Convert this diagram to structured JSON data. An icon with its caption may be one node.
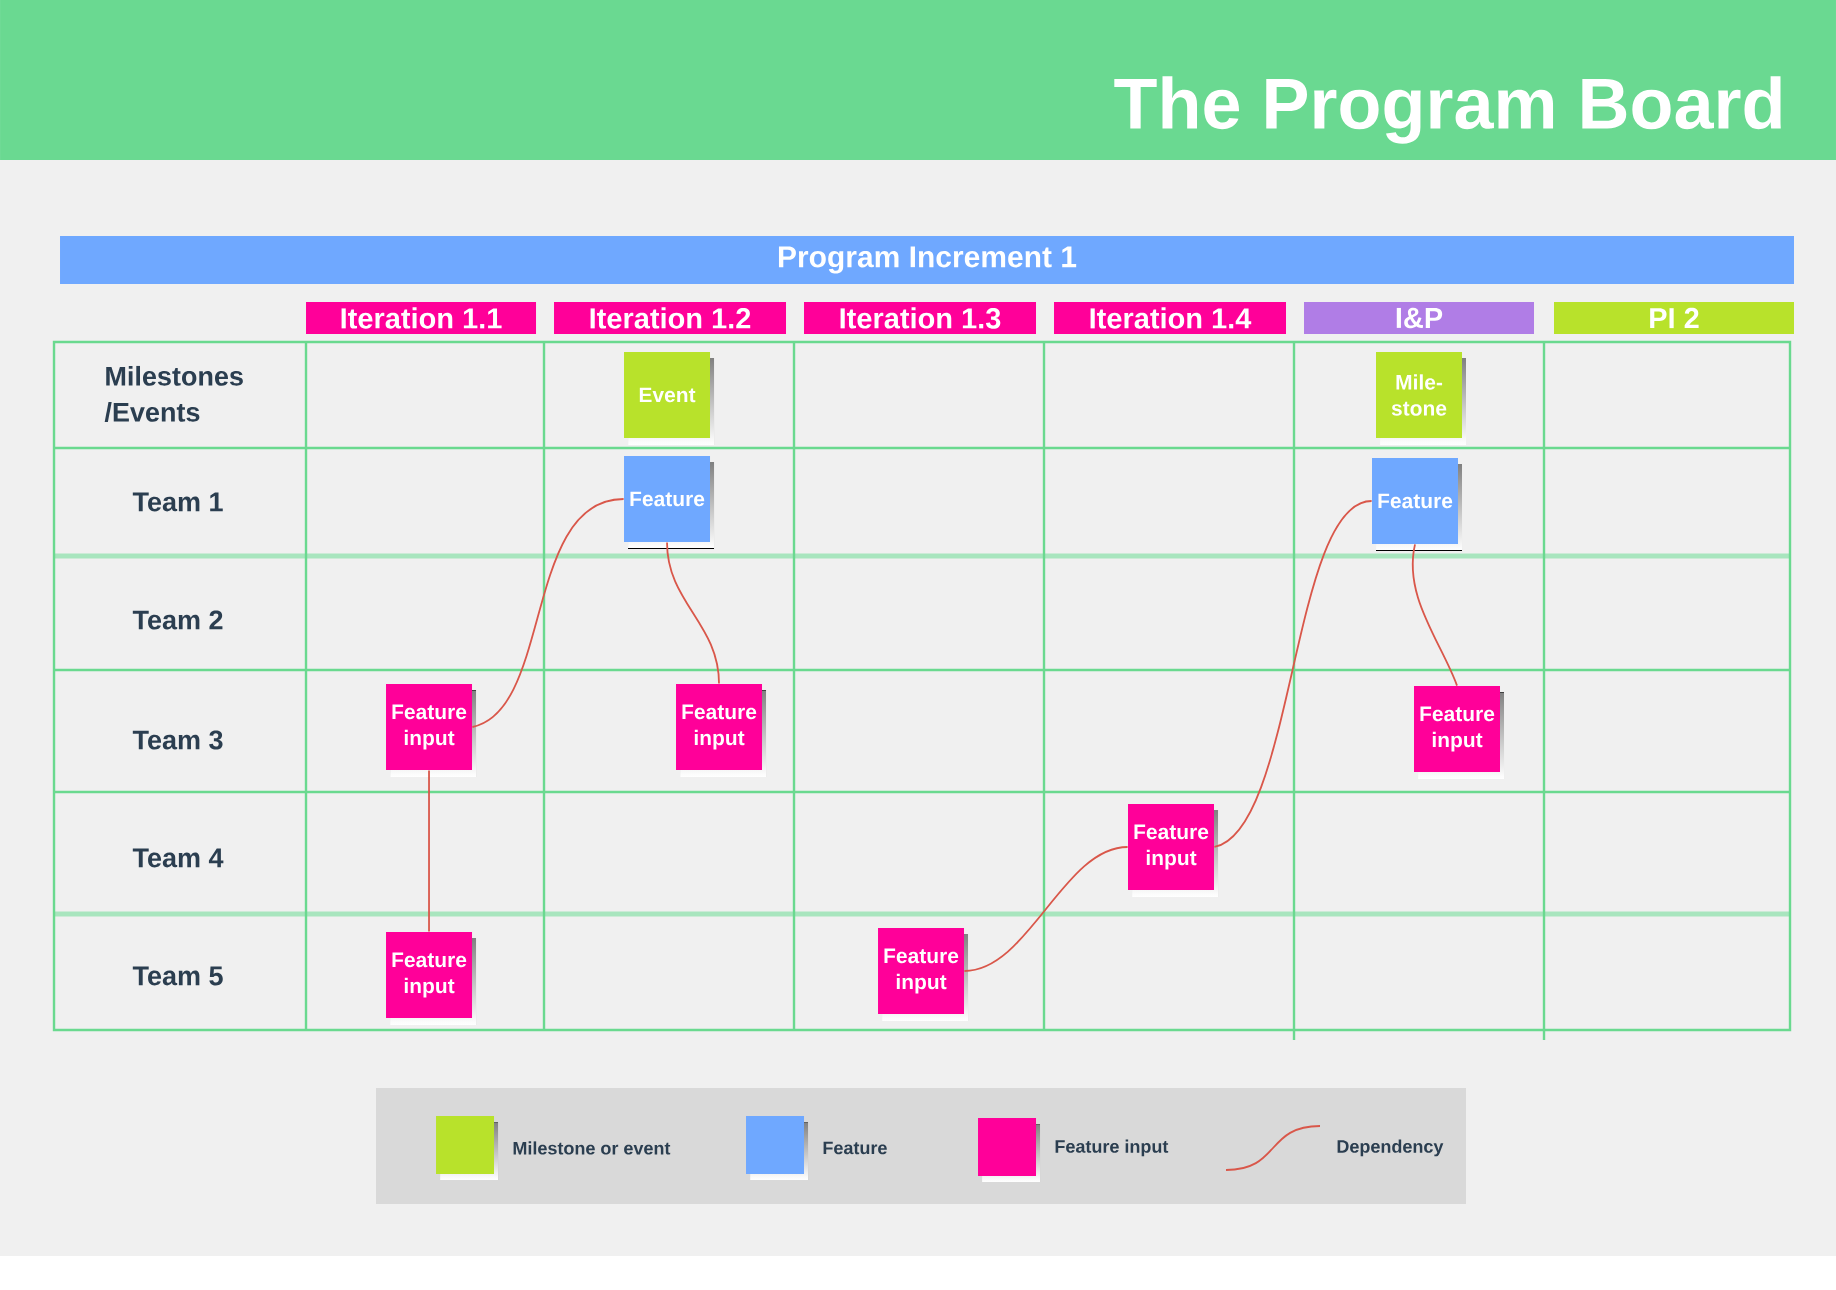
{
  "diagram": {
    "title": "The Program Board",
    "nodes": [
      {
        "text": [
          "Program Increment 1"
        ]
      },
      {
        "text": [
          "Iteration 1.1"
        ]
      },
      {
        "text": [
          "Iteration 1.2"
        ]
      },
      {
        "text": [
          "Iteration 1.3"
        ]
      },
      {
        "text": [
          "Iteration 1.4"
        ]
      },
      {
        "text": [
          "I&P"
        ]
      },
      {
        "text": [
          "PI 2"
        ]
      },
      {
        "text": [
          "Event"
        ]
      },
      {
        "text": [
          "Mile- stone"
        ]
      },
      {
        "text": [
          "Feature"
        ]
      },
      {
        "text": [
          "Feature"
        ]
      },
      {
        "text": [
          "Feature input"
        ]
      },
      {
        "text": [
          "Feature input"
        ]
      },
      {
        "text": [
          "Feature input"
        ]
      },
      {
        "text": [
          "Feature input"
        ]
      },
      {
        "text": [
          "Feature input"
        ]
      },
      {
        "text": [
          "Feature input"
        ]
      }
    ],
    "edges": [
      {
        "from": 11,
        "to": 9,
        "arrow": "none"
      },
      {
        "from": 9,
        "to": 12,
        "arrow": "none"
      },
      {
        "from": 11,
        "to": 15,
        "arrow": "none"
      },
      {
        "from": 16,
        "to": 14,
        "arrow": "none"
      },
      {
        "from": 14,
        "to": 10,
        "arrow": "none"
      },
      {
        "from": 10,
        "to": 13,
        "arrow": "none"
      }
    ],
    "labels": [
      "Milestones /Events",
      "Team 1",
      "Team 2",
      "Team 3",
      "Team 4",
      "Team 5"
    ],
    "legend": [
      {
        "text": "Milestone or event",
        "color": "#b8e22b"
      },
      {
        "text": "Feature",
        "color": "#6fa8ff"
      },
      {
        "text": "Feature input",
        "color": "#ff0099"
      },
      {
        "text": "Dependency"
      }
    ]
  }
}
